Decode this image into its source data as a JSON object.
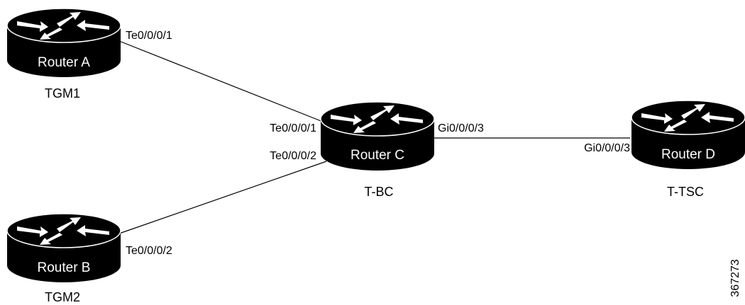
{
  "colors": {
    "router_body": "#000000",
    "router_text": "#ffffff",
    "arrow": "#ffffff",
    "link": "#000000",
    "background": "#ffffff"
  },
  "icons": {
    "router": "router-icon"
  },
  "routers": {
    "a": {
      "name": "Router A",
      "role": "TGM1"
    },
    "b": {
      "name": "Router B",
      "role": "TGM2"
    },
    "c": {
      "name": "Router C",
      "role": "T-BC"
    },
    "d": {
      "name": "Router D",
      "role": "T-TSC"
    }
  },
  "links": {
    "a_c": {
      "a_port": "Te0/0/0/1",
      "c_port": "Te0/0/0/1"
    },
    "b_c": {
      "b_port": "Te0/0/0/2",
      "c_port": "Te0/0/0/2"
    },
    "c_d": {
      "c_port": "Gi0/0/0/3",
      "d_port": "Gi0/0/0/3"
    }
  },
  "figure_id": "367273"
}
